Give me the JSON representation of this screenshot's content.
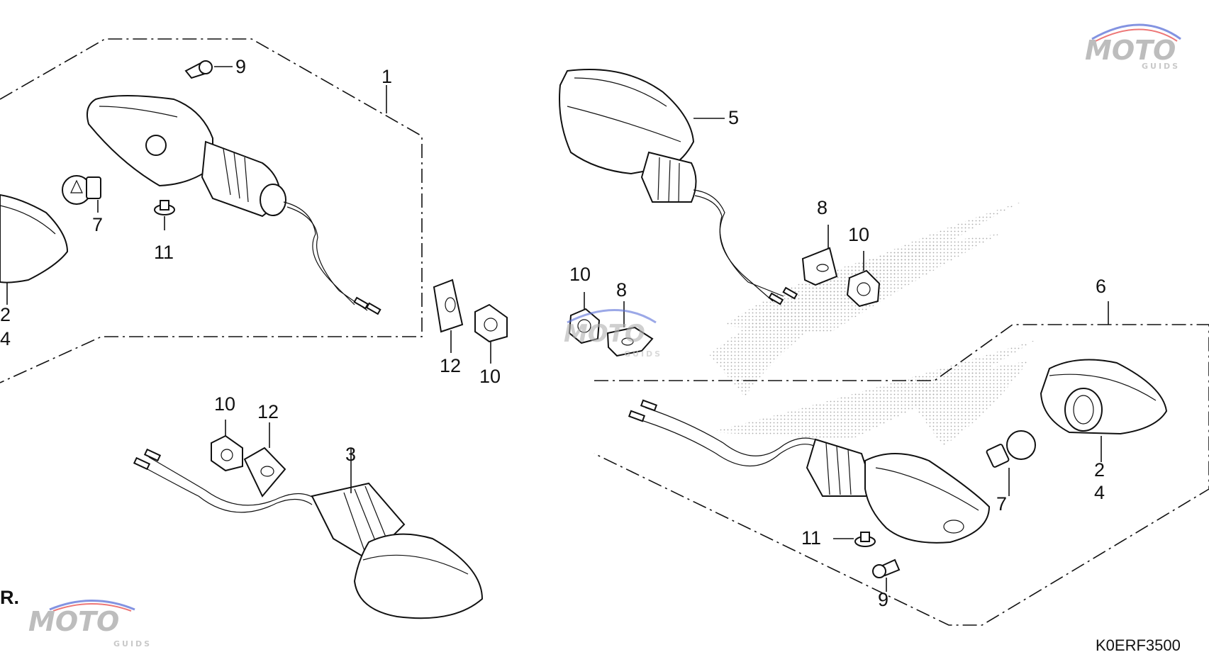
{
  "diagram": {
    "drawing_code": "K0ERF3500",
    "callouts": {
      "c1": "1",
      "c2_left": "2",
      "c4_left": "4",
      "c7_left": "7",
      "c9_left": "9",
      "c11_left": "11",
      "c12_mid": "12",
      "c10_mid": "10",
      "c10_bottom": "10",
      "c12_bottom": "12",
      "c3": "3",
      "c5": "5",
      "c8_top": "8",
      "c10_top": "10",
      "c10_center": "10",
      "c8_center": "8",
      "c6": "6",
      "c2_right": "2",
      "c4_right": "4",
      "c7_right": "7",
      "c11_right": "11",
      "c9_right": "9"
    },
    "corner_text": "R."
  },
  "watermark": {
    "brand_text": "MOTO",
    "sub_text": "GUIDS",
    "colors": {
      "gray": "#9a9a9a",
      "red": "#e84a4a",
      "blue": "#5a6fd8"
    }
  }
}
